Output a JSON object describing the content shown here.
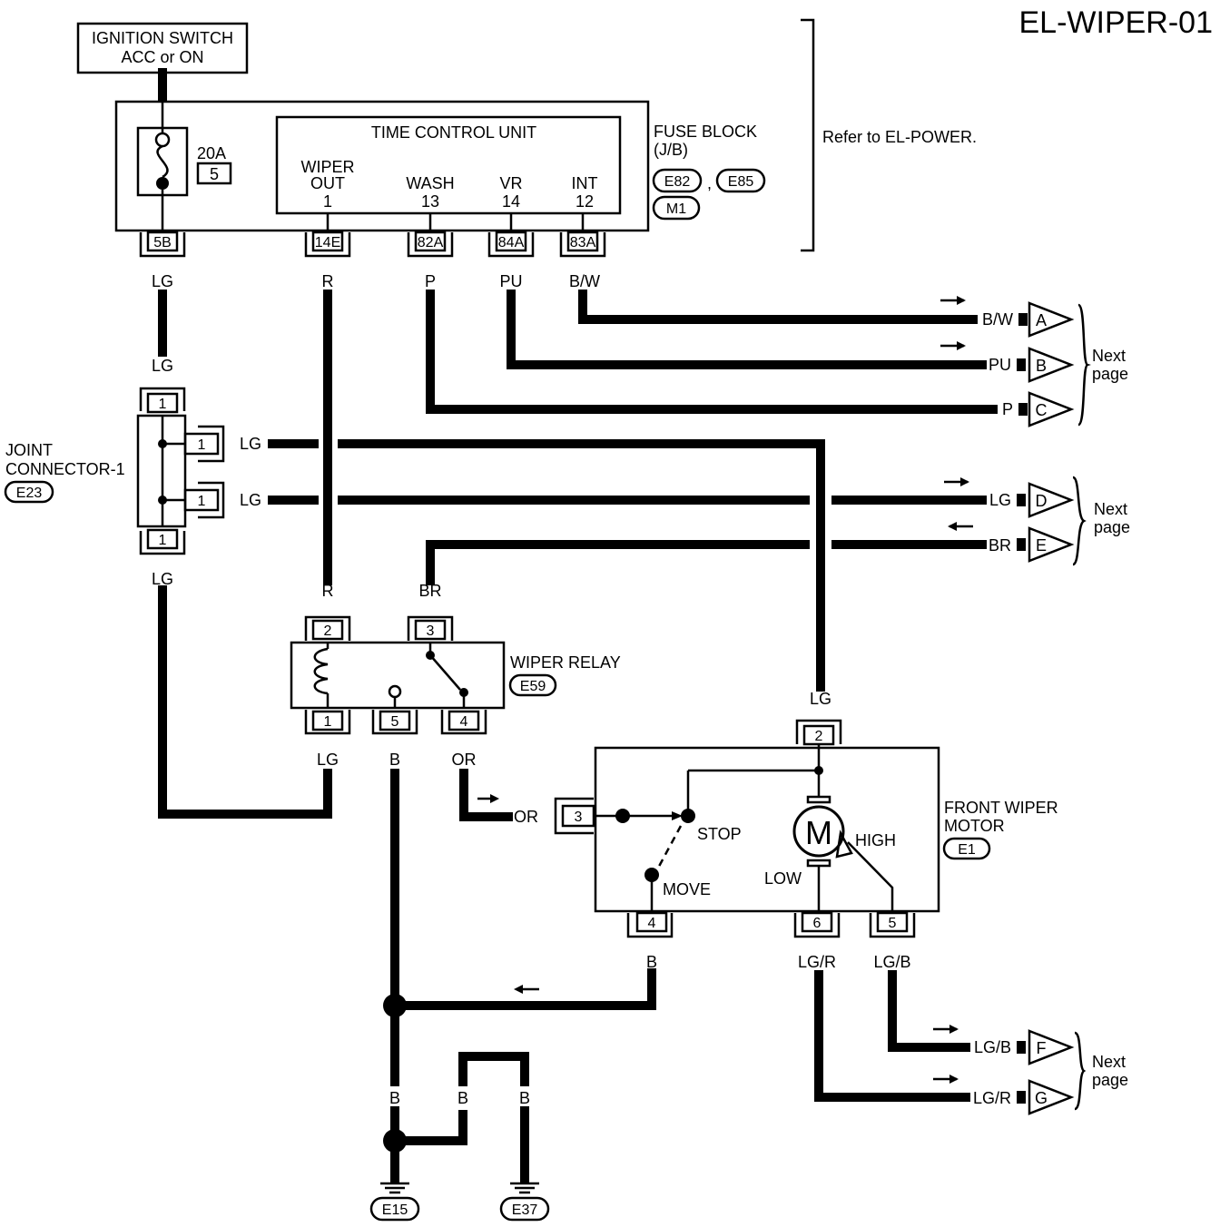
{
  "page_title": "EL-WIPER-01",
  "ignition": {
    "line1": "IGNITION SWITCH",
    "line2": "ACC or ON"
  },
  "fuse": {
    "amps": "20A",
    "number": "5"
  },
  "tcu": {
    "title": "TIME CONTROL UNIT",
    "wiper_out_l1": "WIPER",
    "wiper_out_l2": "OUT",
    "wiper_out_pin": "1",
    "wash": "WASH",
    "wash_pin": "13",
    "vr": "VR",
    "vr_pin": "14",
    "int": "INT",
    "int_pin": "12"
  },
  "fuse_block": {
    "line1": "FUSE BLOCK",
    "line2": "(J/B)",
    "c1": "E82",
    "sep": ",",
    "c2": "E85",
    "c3": "M1"
  },
  "refer": "Refer to EL-POWER.",
  "terminals": {
    "t5b": "5B",
    "t14e": "14E",
    "t82a": "82A",
    "t84a": "84A",
    "t83a": "83A"
  },
  "wire_colors": {
    "lg": "LG",
    "r": "R",
    "p": "P",
    "pu": "PU",
    "bw": "B/W",
    "br": "BR",
    "or": "OR",
    "b": "B",
    "lgr": "LG/R",
    "lgb": "LG/B"
  },
  "joint": {
    "line1": "JOINT",
    "line2": "CONNECTOR-1",
    "code": "E23",
    "pin": "1"
  },
  "relay": {
    "name": "WIPER RELAY",
    "code": "E59",
    "p1": "1",
    "p2": "2",
    "p3": "3",
    "p4": "4",
    "p5": "5"
  },
  "motor": {
    "line1": "FRONT WIPER",
    "line2": "MOTOR",
    "code": "E1",
    "m": "M",
    "high": "HIGH",
    "low": "LOW",
    "stop": "STOP",
    "move": "MOVE",
    "p2": "2",
    "p3": "3",
    "p4": "4",
    "p5": "5",
    "p6": "6"
  },
  "next_page": {
    "l1": "Next",
    "l2": "page"
  },
  "connectors": {
    "a": "A",
    "b": "B",
    "c": "C",
    "d": "D",
    "e": "E",
    "f": "F",
    "g": "G"
  },
  "grounds": {
    "g1": "E15",
    "g2": "E37"
  }
}
